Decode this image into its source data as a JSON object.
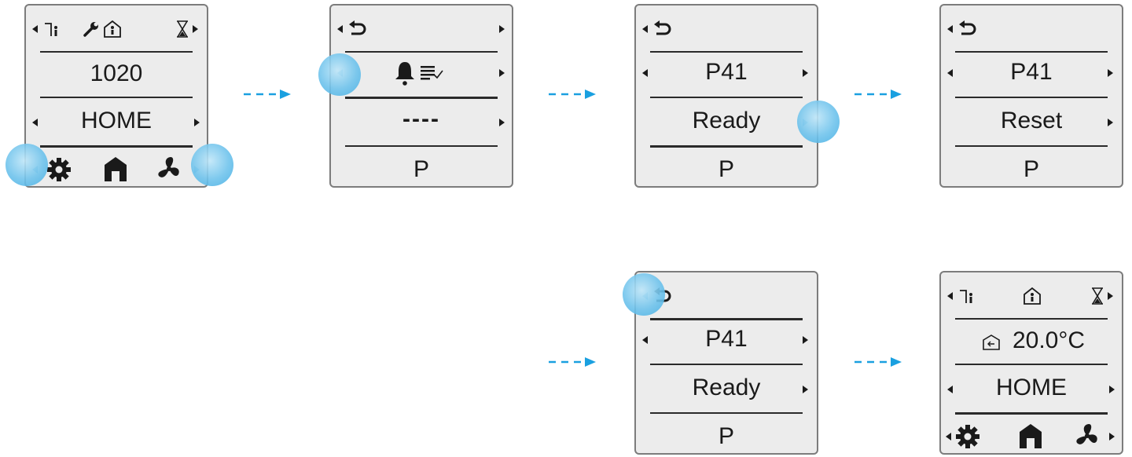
{
  "panels": {
    "p1": {
      "value": "1020",
      "mode": "HOME"
    },
    "p2": {
      "dashes": "----",
      "bottom": "P"
    },
    "p3": {
      "code": "P41",
      "status": "Ready",
      "bottom": "P"
    },
    "p4": {
      "code": "P41",
      "status": "Reset",
      "bottom": "P"
    },
    "p5": {
      "code": "P41",
      "status": "Ready",
      "bottom": "P"
    },
    "p6": {
      "temp": "20.0°C",
      "mode": "HOME"
    }
  },
  "colors": {
    "arrow": "#1aa0e0",
    "glow": "#5bbbe9",
    "panel_bg": "#ececec",
    "panel_border": "#7c7c7c"
  },
  "icons": [
    "door-person-icon",
    "wrench-icon",
    "house-person-icon",
    "hourglass-icon",
    "gear-icon",
    "house-icon",
    "fan-icon",
    "back-arrow-icon",
    "bell-icon",
    "list-check-icon",
    "exit-icon"
  ]
}
